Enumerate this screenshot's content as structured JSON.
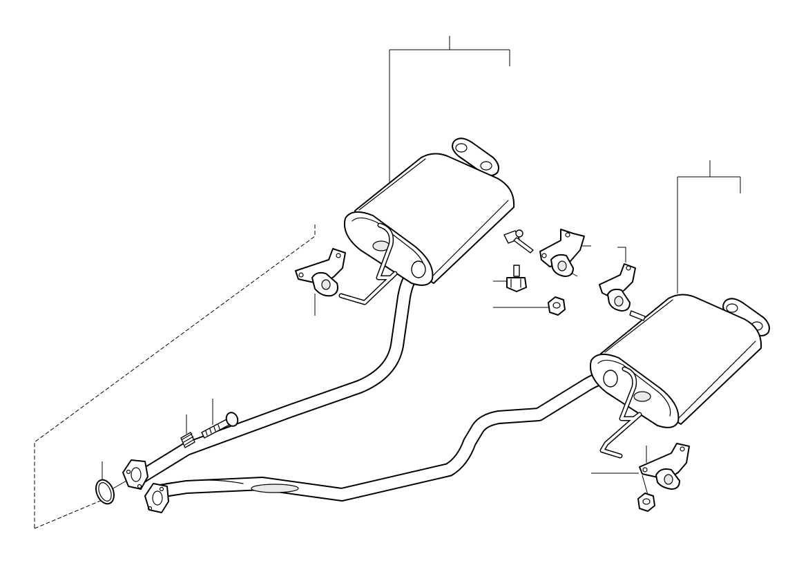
{
  "diagram": {
    "type": "exploded-parts-illustration",
    "subject": "exhaust system",
    "background_color": "#ffffff",
    "line_color": "#000000",
    "labels": [],
    "parts": [
      {
        "name": "front-pipe-assembly"
      },
      {
        "name": "left-rear-silencer"
      },
      {
        "name": "right-rear-silencer"
      },
      {
        "name": "flange-gasket-ring"
      },
      {
        "name": "compression-spring"
      },
      {
        "name": "flange-bolt"
      },
      {
        "name": "left-rubber-mount"
      },
      {
        "name": "center-rubber-mount-upper"
      },
      {
        "name": "center-rubber-mount-lower"
      },
      {
        "name": "right-rubber-mount"
      },
      {
        "name": "hex-bolt"
      },
      {
        "name": "hex-nut-center"
      },
      {
        "name": "hex-nut-right"
      },
      {
        "name": "stud-bolt-center"
      },
      {
        "name": "stud-bolt-right"
      }
    ]
  }
}
